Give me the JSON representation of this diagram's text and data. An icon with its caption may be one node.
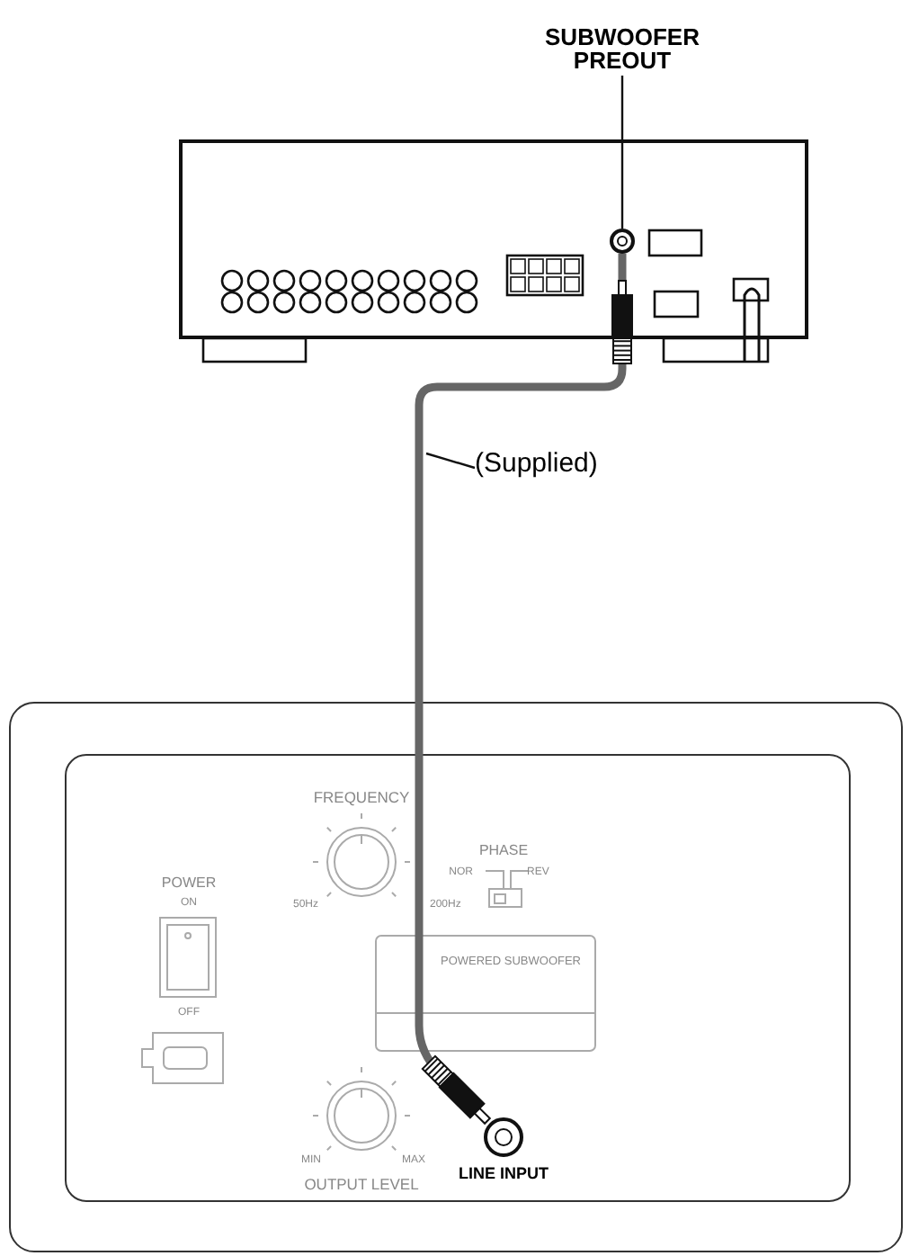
{
  "diagram": {
    "nodes": [
      {
        "text": [
          "SUBWOOFER PREOUT"
        ]
      },
      {
        "text": [],
        "shape": "box"
      },
      {
        "text": [],
        "shape": "circle",
        "in": 1
      },
      {
        "text": [
          "(Supplied)"
        ]
      },
      {
        "text": [],
        "shape": "box"
      },
      {
        "text": [],
        "shape": "box",
        "in": 4
      },
      {
        "text": [],
        "shape": "circle",
        "in": 5,
        "beside": [
          "LINE INPUT"
        ]
      }
    ],
    "edges": [
      {
        "from": 0,
        "to": 2,
        "arrow": "none"
      },
      {
        "from": 2,
        "to": 6,
        "arrow": "none",
        "style": "thick",
        "color": "#666666"
      },
      {
        "from": 3,
        "to": null,
        "arrow": "none"
      }
    ],
    "labels": [
      "FREQUENCY",
      "PHASE",
      "POWER",
      "ON",
      "NOR",
      "REV",
      "50Hz",
      "200Hz",
      "POWERED SUBWOOFER",
      "OFF",
      "MIN",
      "MAX",
      "OUTPUT LEVEL"
    ]
  }
}
